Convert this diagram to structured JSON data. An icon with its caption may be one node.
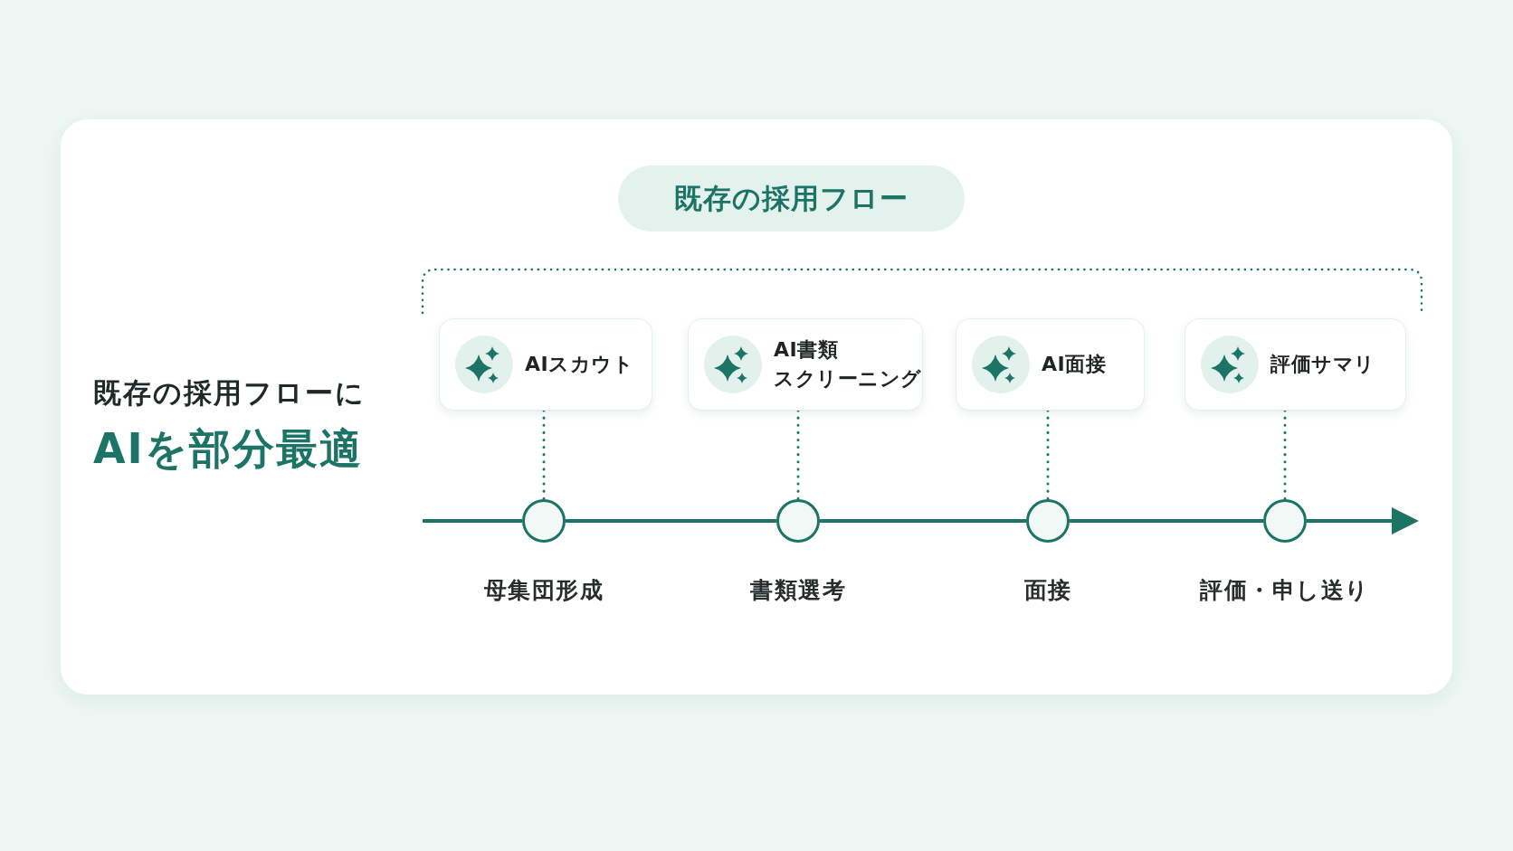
{
  "diagram": {
    "nodes": [
      {
        "text": [
          "既存の採用フロー"
        ]
      },
      {
        "text": [
          "AIスカウト"
        ]
      },
      {
        "text": [
          "AI書類スクリーニング"
        ]
      },
      {
        "text": [
          "AI面接"
        ]
      },
      {
        "text": [
          "評価サマリ"
        ]
      },
      {
        "text": [],
        "shape": "circle",
        "beside": [
          "母集団形成"
        ]
      },
      {
        "text": [],
        "shape": "circle",
        "beside": [
          "書類選考"
        ]
      },
      {
        "text": [],
        "shape": "circle",
        "beside": [
          "面接"
        ]
      },
      {
        "text": [],
        "shape": "circle",
        "beside": [
          "評価・申し送り"
        ]
      }
    ],
    "edges": [
      {
        "from": 1,
        "to": 5,
        "arrow": "none",
        "style": "dashed"
      },
      {
        "from": 2,
        "to": 6,
        "arrow": "none",
        "style": "dashed"
      },
      {
        "from": 3,
        "to": 7,
        "arrow": "none",
        "style": "dashed"
      },
      {
        "from": 4,
        "to": 8,
        "arrow": "none",
        "style": "dashed"
      },
      {
        "from": null,
        "to": 5,
        "arrow": "none"
      },
      {
        "from": 5,
        "to": 6,
        "arrow": "none"
      },
      {
        "from": 6,
        "to": 7,
        "arrow": "none"
      },
      {
        "from": 7,
        "to": 8,
        "arrow": "none"
      },
      {
        "from": 8,
        "to": null,
        "arrow": "to"
      }
    ],
    "labels": [
      "既存の採用フローに",
      "AIを部分最適"
    ]
  }
}
